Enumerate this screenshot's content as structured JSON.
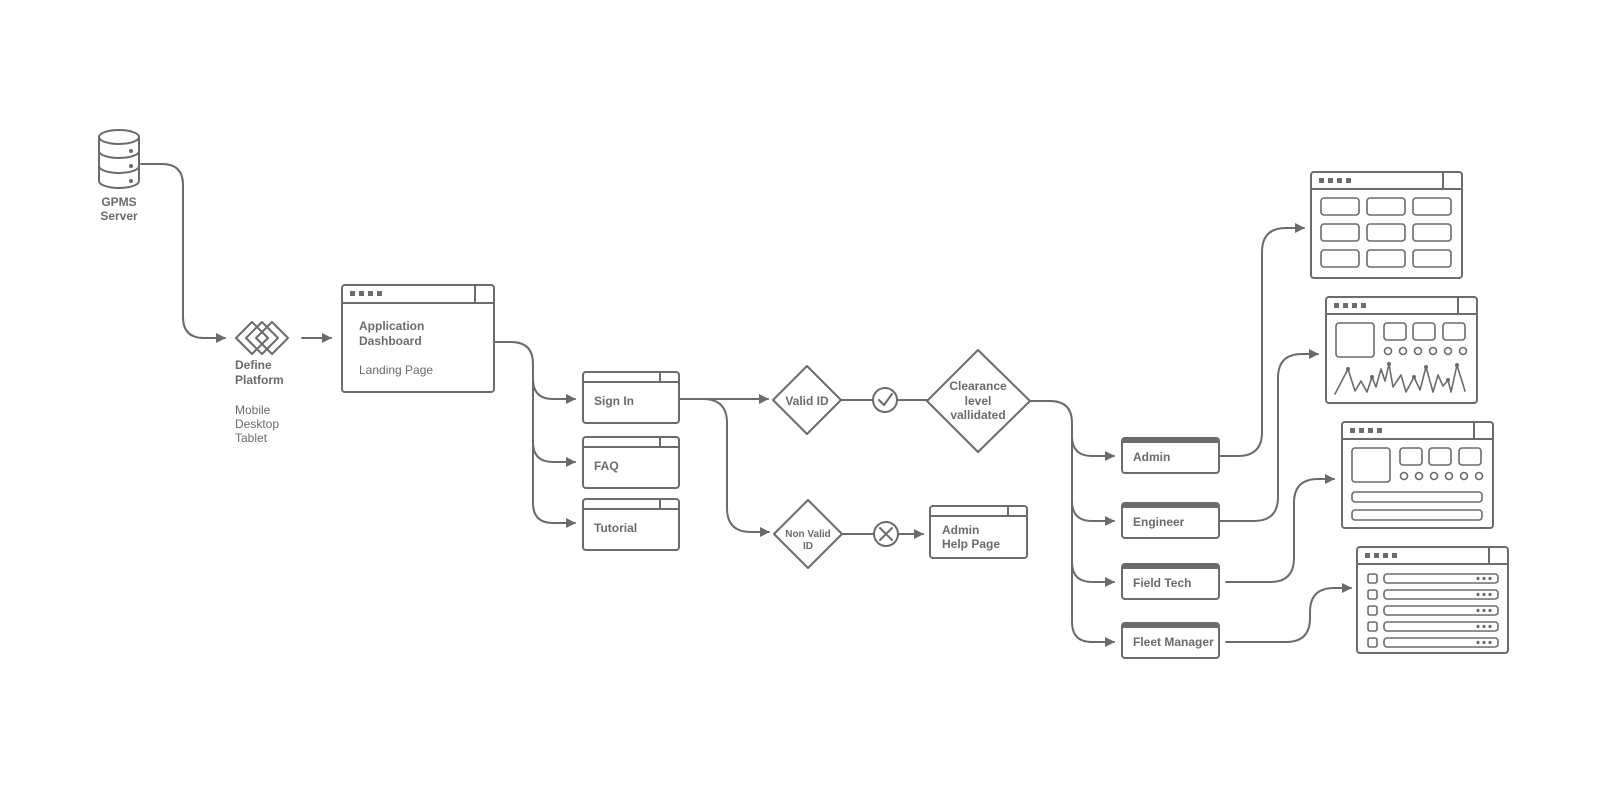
{
  "colors": {
    "stroke": "#6b6b6b",
    "background": "#ffffff"
  },
  "server": {
    "line1": "GPMS",
    "line2": "Server",
    "icon": "database-icon"
  },
  "platform": {
    "line1": "Define",
    "line2": "Platform",
    "options": [
      "Mobile",
      "Desktop",
      "Tablet"
    ],
    "icon": "stacked-diamonds-icon"
  },
  "dashboard": {
    "line1": "Application",
    "line2": "Dashboard",
    "subtitle": "Landing Page"
  },
  "pages": {
    "sign_in": "Sign In",
    "faq": "FAQ",
    "tutorial": "Tutorial"
  },
  "decisions": {
    "valid_id": "Valid ID",
    "non_valid_line1": "Non Valid",
    "non_valid_line2": "ID",
    "clearance_line1": "Clearance",
    "clearance_line2": "level",
    "clearance_line3": "vallidated"
  },
  "admin_help": {
    "line1": "Admin",
    "line2": "Help Page"
  },
  "roles": {
    "admin": "Admin",
    "engineer": "Engineer",
    "field_tech": "Field Tech",
    "fleet_manager": "Fleet Manager"
  },
  "icons": {
    "valid": "check-circle-icon",
    "invalid": "x-circle-icon"
  }
}
